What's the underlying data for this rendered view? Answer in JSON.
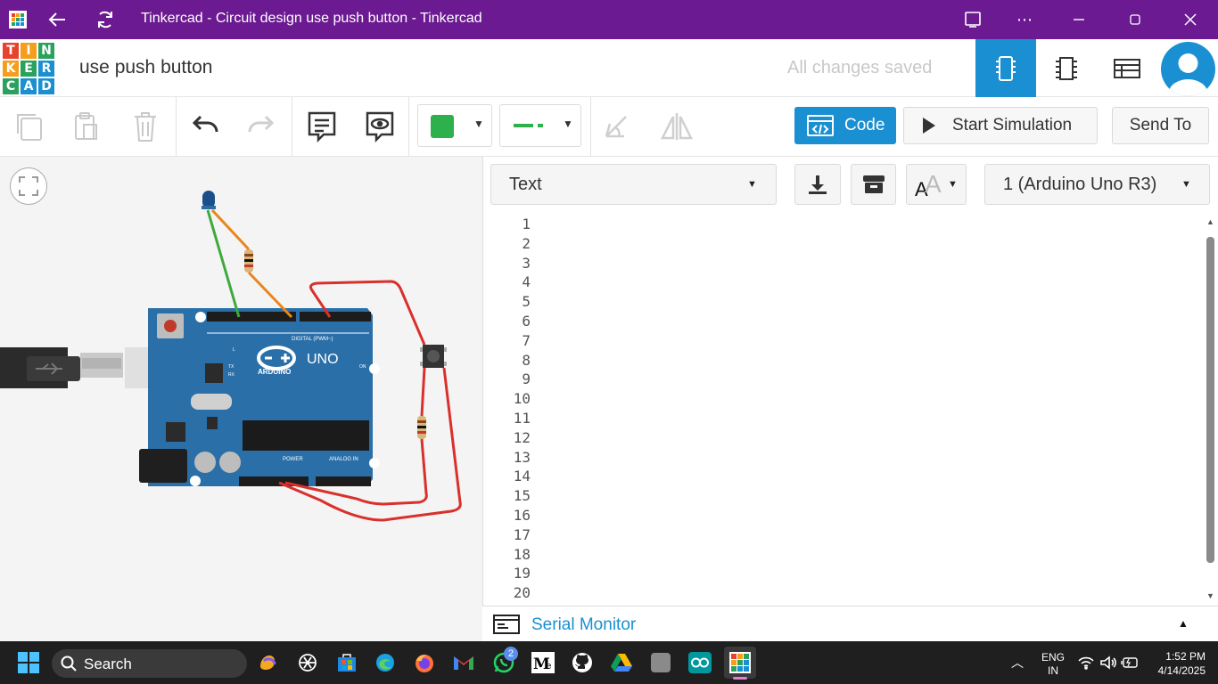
{
  "window": {
    "title": "Tinkercad - Circuit design use push button - Tinkercad"
  },
  "logo": {
    "letters": [
      "T",
      "I",
      "N",
      "K",
      "E",
      "R",
      "C",
      "A",
      "D"
    ],
    "colors": [
      "#e8412c",
      "#f59e1b",
      "#2aa25e",
      "#f59e1b",
      "#2aa25e",
      "#1a8fd1",
      "#2aa25e",
      "#1a8fd1",
      "#1a8fd1"
    ]
  },
  "header": {
    "project_name": "use push button",
    "save_status": "All changes saved",
    "accent": "#1a8fd1"
  },
  "toolbar": {
    "code_label": "Code",
    "start_sim_label": "Start Simulation",
    "send_to_label": "Send To",
    "fill_color": "#2eb04c"
  },
  "code_panel": {
    "mode": "Text",
    "device": "1 (Arduino Uno R3)",
    "serial_monitor": "Serial Monitor",
    "line_numbers": [
      "1",
      "2",
      "3",
      "4",
      "5",
      "6",
      "7",
      "8",
      "9",
      "10",
      "11",
      "12",
      "13",
      "14",
      "15",
      "16",
      "17",
      "18",
      "19",
      "20"
    ]
  },
  "board": {
    "label_uno": "UNO",
    "label_arduino": "ARDUINO",
    "label_digital": "DIGITAL (PWM~)",
    "label_power": "POWER",
    "label_analog": "ANALOG IN",
    "label_l": "L",
    "label_tx": "TX",
    "label_rx": "RX",
    "label_on": "ON"
  },
  "taskbar": {
    "search": "Search",
    "lang": "ENG",
    "region": "IN",
    "time": "1:52 PM",
    "date": "4/14/2025",
    "whatsapp_badge": "2"
  }
}
